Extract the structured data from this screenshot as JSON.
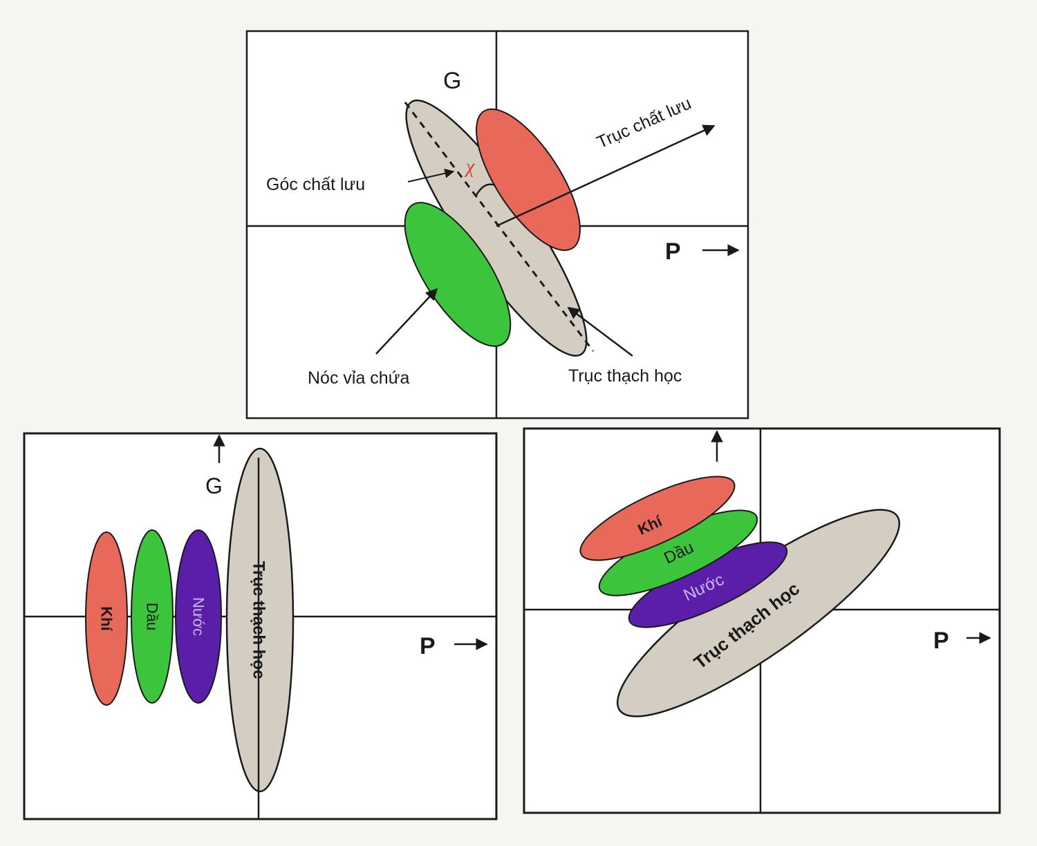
{
  "colors": {
    "gas": "#e8685a",
    "oil": "#3cc43c",
    "water": "#5a1ea8",
    "lithology": "#d4cec2",
    "ink": "#1a1a1a"
  },
  "top_panel": {
    "g_label": "G",
    "p_label": "P",
    "fluid_axis_label": "Trục chất lưu",
    "fluid_angle_label": "Góc chất lưu",
    "angle_symbol": "χ",
    "reservoir_top_label": "Nóc vỉa chứa",
    "lithology_axis_label": "Trục thạch học"
  },
  "bottom_left_panel": {
    "g_label": "G",
    "p_label": "P",
    "gas_label": "Khí",
    "oil_label": "Dầu",
    "water_label": "Nước",
    "lithology_label": "Trục thạch học"
  },
  "bottom_right_panel": {
    "p_label": "P",
    "gas_label": "Khí",
    "oil_label": "Dầu",
    "water_label": "Nước",
    "lithology_label": "Trục thạch học"
  }
}
